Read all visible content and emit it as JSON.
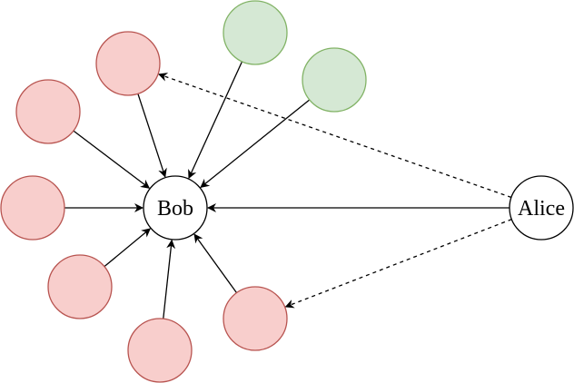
{
  "diagram": {
    "nodes": [
      {
        "id": "bob",
        "label": "Bob",
        "kind": "center"
      },
      {
        "id": "alice",
        "label": "Alice",
        "kind": "center"
      },
      {
        "id": "g1",
        "label": "",
        "kind": "green"
      },
      {
        "id": "g2",
        "label": "",
        "kind": "green"
      },
      {
        "id": "r1",
        "label": "",
        "kind": "red"
      },
      {
        "id": "r2",
        "label": "",
        "kind": "red"
      },
      {
        "id": "r3",
        "label": "",
        "kind": "red"
      },
      {
        "id": "r4",
        "label": "",
        "kind": "red"
      },
      {
        "id": "r5",
        "label": "",
        "kind": "red"
      },
      {
        "id": "r6",
        "label": "",
        "kind": "red"
      }
    ],
    "edges": [
      {
        "from": "r1",
        "to": "bob",
        "style": "solid"
      },
      {
        "from": "r2",
        "to": "bob",
        "style": "solid"
      },
      {
        "from": "r3",
        "to": "bob",
        "style": "solid"
      },
      {
        "from": "r4",
        "to": "bob",
        "style": "solid"
      },
      {
        "from": "r5",
        "to": "bob",
        "style": "solid"
      },
      {
        "from": "r6",
        "to": "bob",
        "style": "solid"
      },
      {
        "from": "g1",
        "to": "bob",
        "style": "solid"
      },
      {
        "from": "g2",
        "to": "bob",
        "style": "solid"
      },
      {
        "from": "alice",
        "to": "bob",
        "style": "solid"
      },
      {
        "from": "alice",
        "to": "r1",
        "style": "dashed"
      },
      {
        "from": "alice",
        "to": "r6",
        "style": "dashed"
      }
    ],
    "colors": {
      "red_fill": "#f8cecc",
      "red_stroke": "#b85450",
      "green_fill": "#d5e8d4",
      "green_stroke": "#82b366",
      "center_fill": "#ffffff",
      "center_stroke": "#000000",
      "edge": "#000000"
    }
  }
}
